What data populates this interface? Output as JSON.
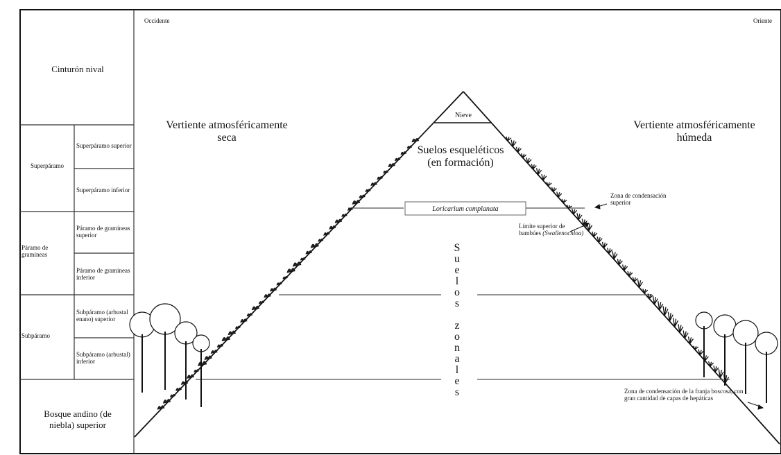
{
  "orientation": {
    "west": "Occidente",
    "east": "Oriente"
  },
  "zones": {
    "nival": "Cinturón nival",
    "superparamo": "Superpáramo",
    "superparamo_superior": "Superpáramo superior",
    "superparamo_inferior": "Superpáramo inferior",
    "paramo_gramineas": "Páramo de gramíneas",
    "paramo_gramineas_superior": "Páramo de gramíneas superior",
    "paramo_gramineas_inferior": "Páramo de gramíneas inferior",
    "subparamo": "Subpáramo",
    "subparamo_superior": "Subpáramo (arbustal enano) superior",
    "subparamo_inferior": "Subpáramo (arbustal) inferior",
    "bosque": "Bosque andino (de niebla) superior"
  },
  "slopes": {
    "dry": "Vertiente atmosféricamente seca",
    "wet": "Vertiente atmosféricamente húmeda"
  },
  "mountain": {
    "snow": "Nieve",
    "skeletal_soils": "Suelos esqueléticos (en formación)",
    "loricaria": "Loricarium complanata",
    "zonal_soils": "Suelos zonales"
  },
  "annotations": {
    "upper_condensation": "Zona de condensación superior",
    "bamboo_limit_prefix": "Límite superior de bambúes",
    "bamboo_genus": "(Swallenochloa)",
    "forest_condensation": "Zona de condensación de la franja boscosa, con gran cantidad de capas de hepáticas"
  }
}
